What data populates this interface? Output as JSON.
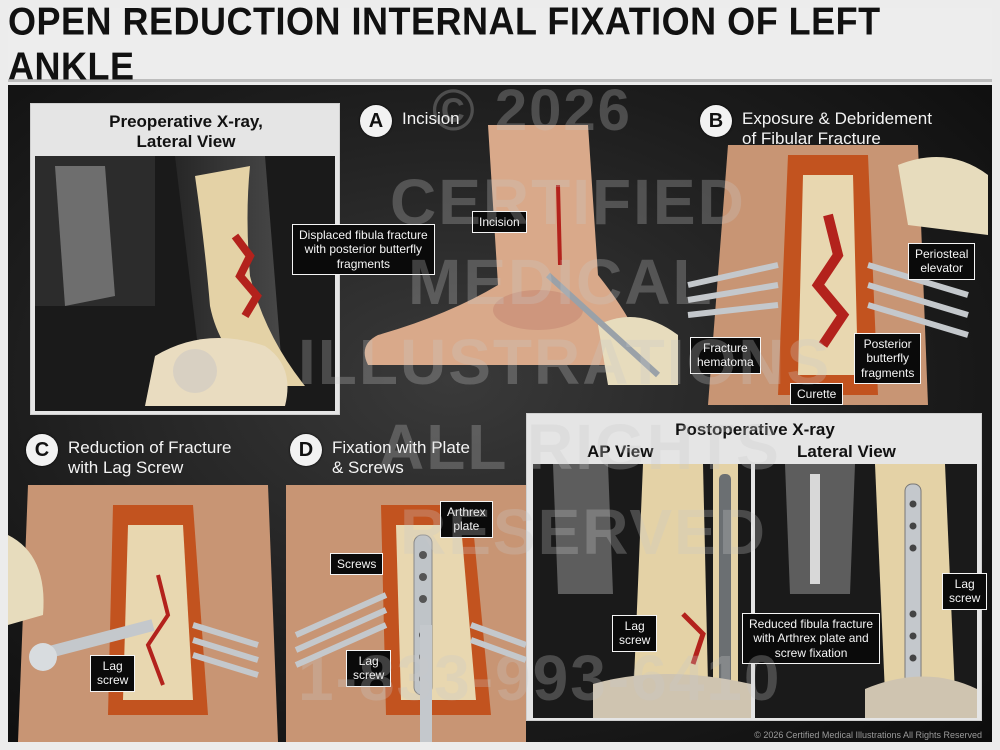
{
  "title": "OPEN REDUCTION INTERNAL FIXATION OF LEFT ANKLE",
  "preop": {
    "heading": "Preoperative X-ray,\nLateral View",
    "callout": "Displaced fibula fracture\nwith posterior butterfly\nfragments"
  },
  "step_a": {
    "letter": "A",
    "text": "Incision",
    "callout": "Incision"
  },
  "step_b": {
    "letter": "B",
    "text": "Exposure & Debridement\nof Fibular Fracture",
    "callouts": {
      "periosteal": "Periosteal\nelevator",
      "hematoma": "Fracture\nhematoma",
      "butterfly": "Posterior\nbutterfly\nfragments",
      "curette": "Curette"
    }
  },
  "step_c": {
    "letter": "C",
    "text": "Reduction of Fracture\nwith Lag Screw",
    "callout": "Lag\nscrew"
  },
  "step_d": {
    "letter": "D",
    "text": "Fixation with Plate\n& Screws",
    "callouts": {
      "plate": "Arthrex\nplate",
      "screws": "Screws",
      "lag": "Lag\nscrew"
    }
  },
  "postop": {
    "heading": "Postoperative X-ray",
    "ap_view": "AP View",
    "lateral_view": "Lateral View",
    "callouts": {
      "lag_ap": "Lag\nscrew",
      "reduced": "Reduced fibula fracture\nwith Arthrex plate and\nscrew fixation",
      "lag_lat": "Lag\nscrew"
    }
  },
  "watermark": [
    "© 2026",
    "CERTIFIED",
    "MEDICAL",
    "ILLUSTRATIONS",
    "ALL RIGHTS",
    "RESERVED",
    "1-833-993-6410"
  ],
  "copyright": "© 2026 Certified Medical Illustrations All Rights Reserved",
  "colors": {
    "title_bg": "#ededed",
    "canvas_bg": "#1c1c1c",
    "skin": "#d9a98a",
    "bone": "#e8d7b0",
    "blood": "#b3221c",
    "metal": "#c4c8cc",
    "xray_dark": "#1a1a1a"
  },
  "icons": [
    "glove-hand-icon",
    "scalpel-icon",
    "retractor-icon",
    "screwdriver-icon"
  ]
}
